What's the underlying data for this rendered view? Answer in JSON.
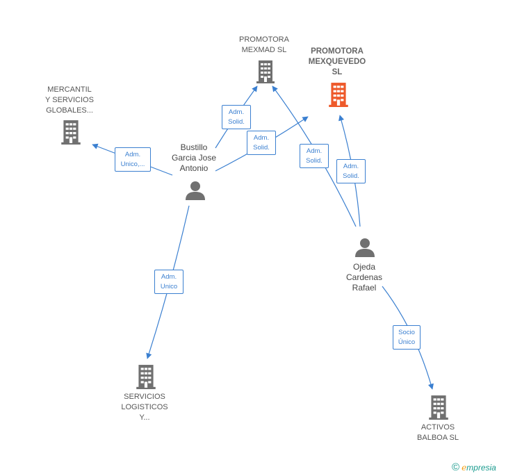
{
  "colors": {
    "edge": "#3a7fd0",
    "company_icon": "#707070",
    "company_icon_highlight": "#ee5a2b",
    "person_icon": "#707070",
    "brand": "#1a9b8e",
    "brand_accent": "#f39c12"
  },
  "nodes": {
    "mexmad": {
      "label": "PROMOTORA\nMEXMAD  SL",
      "icon": "building-icon"
    },
    "mexquevedo": {
      "label": "PROMOTORA\nMEXQUEVEDO\nSL",
      "icon": "building-icon"
    },
    "mercantil": {
      "label": "MERCANTIL\nY SERVICIOS\nGLOBALES...",
      "icon": "building-icon"
    },
    "servicios": {
      "label": "SERVICIOS\nLOGISTICOS\nY...",
      "icon": "building-icon"
    },
    "activos": {
      "label": "ACTIVOS\nBALBOA  SL",
      "icon": "building-icon"
    },
    "bustillo": {
      "label": "Bustillo\nGarcia Jose\nAntonio",
      "icon": "person-icon"
    },
    "ojeda": {
      "label": "Ojeda\nCardenas\nRafael",
      "icon": "person-icon"
    }
  },
  "edges": {
    "bustillo_mexmad": "Adm.\nSolid.",
    "bustillo_mexquevedo": "Adm.\nSolid.",
    "bustillo_mercantil": "Adm.\nUnico,...",
    "bustillo_servicios": "Adm.\nUnico",
    "ojeda_mexmad": "Adm.\nSolid.",
    "ojeda_mexquevedo": "Adm.\nSolid.",
    "ojeda_activos": "Socio\nÚnico"
  },
  "brand": {
    "copyright": "©",
    "e": "e",
    "rest": "mpresia"
  }
}
